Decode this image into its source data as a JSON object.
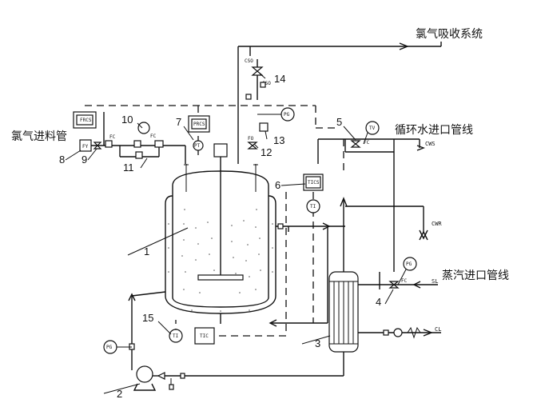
{
  "labels": {
    "chlorine_absorption": "氯气吸收系统",
    "chlorine_inlet": "氯气进料管",
    "cooling_water_inlet": "循环水进口管线",
    "steam_inlet": "蒸汽进口管线"
  },
  "streams": {
    "cws": "CWS",
    "cwr": "CWR",
    "sl": "SL",
    "cl": "CL"
  },
  "callouts": [
    "1",
    "2",
    "3",
    "4",
    "5",
    "6",
    "7",
    "8",
    "9",
    "10",
    "11",
    "12",
    "13",
    "14",
    "15"
  ],
  "instrument_tags": {
    "csc_upper": "CSO",
    "csc_lower": "CSO",
    "fc_steam": "FC",
    "fc_chlorine": "FC",
    "fc_chlorine2": "FC",
    "fo": "FO",
    "fc_cooling": "FC",
    "tic": "TIC",
    "tics": "TICS",
    "frcs": "FRCS",
    "prcs": "PRCS",
    "pg1": "PG",
    "pg2": "PG",
    "pg3": "PG",
    "ti1": "TI",
    "ti2": "TI",
    "tv": "TV",
    "fy": "FY",
    "pt": "PT"
  },
  "colors": {
    "line": "#111111",
    "background": "#ffffff"
  }
}
